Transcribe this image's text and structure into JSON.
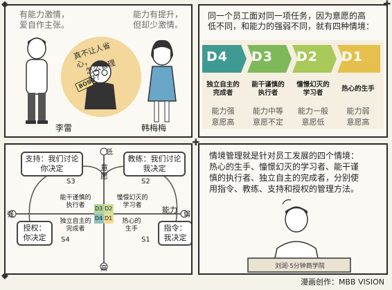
{
  "panel1": {
    "left_caption": [
      "有能力激情，",
      "爱自作主张。"
    ],
    "right_caption": [
      "能力有提升，",
      "但却少激情。"
    ],
    "bubble_text": [
      "真不让人省心，",
      "怎么管理好？"
    ],
    "boss_tag": "BOSS",
    "left_name": "李雷",
    "right_name": "韩梅梅"
  },
  "panel2": {
    "intro": [
      "同一个员工面对同一项任务，因为意愿的高",
      "低不同，和能力的强弱不同，就有四种情境："
    ],
    "stages": [
      {
        "tag": "D4",
        "label": [
          "独立自主的",
          "完成者"
        ],
        "ability": "能力强",
        "willingness": "意愿高",
        "color": "#3f9a93"
      },
      {
        "tag": "D3",
        "label": [
          "能干谨慎的",
          "执行者"
        ],
        "ability": "能力中等",
        "willingness": "意愿不定",
        "color": "#7fb85a"
      },
      {
        "tag": "D2",
        "label": [
          "憧憬幻灭的",
          "学习者"
        ],
        "ability": "能力一般",
        "willingness": "意愿低",
        "color": "#a9c95a"
      },
      {
        "tag": "D1",
        "label": [
          "热心的生手"
        ],
        "ability": "能力弱",
        "willingness": "意愿高",
        "color": "#e6c04c"
      }
    ]
  },
  "panel3": {
    "s3_box": [
      "支持：我们讨论",
      "你决定"
    ],
    "s2_box": [
      "教练：我们讨论",
      "我决定"
    ],
    "s4_box": [
      "授权：",
      "你决定"
    ],
    "s1_box": [
      "指令：",
      "我决定"
    ],
    "s_labels": [
      "S3",
      "S2",
      "S4",
      "S1"
    ],
    "axis_willingness": "意愿",
    "axis_ability": "能力",
    "low_top": "低",
    "high_bottom": "高",
    "strong_left": "强",
    "weak_right": "弱",
    "d3_label": [
      "能干谨慎的",
      "执行者"
    ],
    "d2_label": [
      "憧憬幻灭的",
      "学习者"
    ],
    "d4_label": [
      "独立自主的",
      "完成者"
    ],
    "d1_label": [
      "热心的",
      "生手"
    ],
    "d_codes": [
      "D3",
      "D2",
      "D4",
      "D1"
    ]
  },
  "panel4": {
    "text": [
      "情境管理就是针对员工发展的四个情境：",
      "热心的生手、憧憬幻灭的学习者、能干谨",
      "慎的执行者、独立自主的完成者，分别使",
      "用指令、教练、支持和授权的管理方法。"
    ],
    "desk_sign": "刘润·5分钟商学院"
  },
  "footer": "漫画创作：MBB VISION",
  "corner_icons": [
    "◆",
    "✚",
    "◆",
    "✚"
  ]
}
